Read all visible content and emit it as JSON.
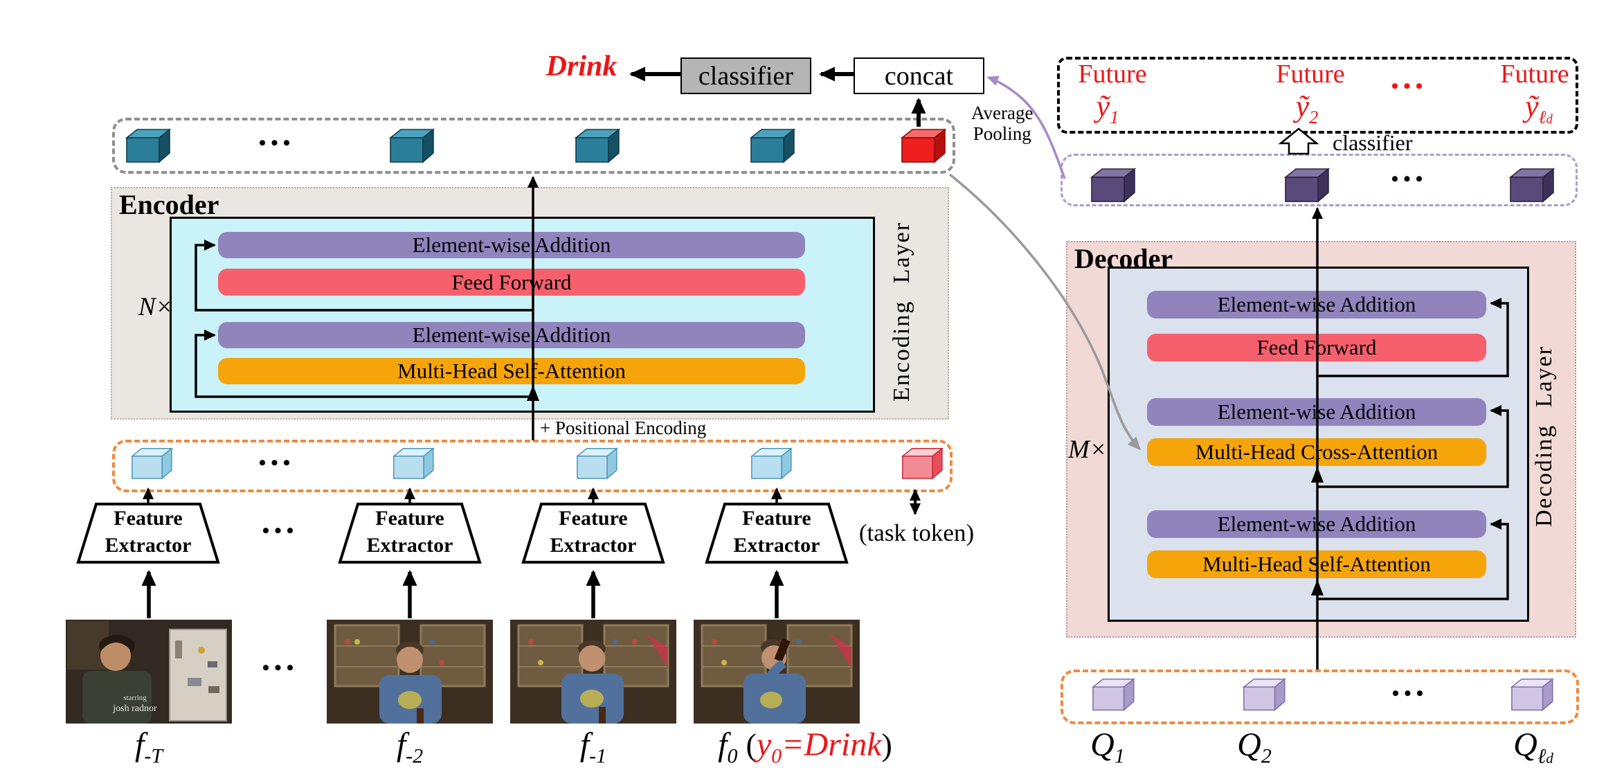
{
  "palette": {
    "accent_red": "#ee1515",
    "bar_purple": "#9184bd",
    "bar_red": "#f6606c",
    "bar_orange": "#f5a50a",
    "encoder_bg": "#eae6e1",
    "encoder_border": "#b9a99b",
    "encoder_inner_bg": "#c9f3f9",
    "decoder_bg": "#f1d9d5",
    "decoder_border": "#b0a0a0",
    "decoder_inner_bg": "#dbe1ed",
    "classifier_box_bg": "#b5b5b5",
    "row_gray": "#8f8f8f",
    "row_orange": "#ef8a3e",
    "row_purple": "#a99bcc",
    "curve_gray": "#9a9a9a",
    "curve_purple": "#a48bc8",
    "cubes": {
      "teal": {
        "front": "#2a7e99",
        "top": "#4ba2ba",
        "side": "#165062",
        "stroke": "#0f3d4d"
      },
      "red": {
        "front": "#ef1f1f",
        "top": "#f66a6a",
        "side": "#b80f0f",
        "stroke": "#8f0808"
      },
      "lightblue": {
        "front": "#b9def0",
        "top": "#dbf2fb",
        "side": "#8fc9e0",
        "stroke": "#4a94b6"
      },
      "pink": {
        "front": "#f28b94",
        "top": "#f9d0d4",
        "side": "#e84f5c",
        "stroke": "#c62535"
      },
      "purple": {
        "front": "#584a7a",
        "top": "#8275a5",
        "side": "#3e3159",
        "stroke": "#2c2342"
      },
      "lilac": {
        "front": "#d0c6e4",
        "top": "#eae4f5",
        "side": "#a89aca",
        "stroke": "#7d6fa6"
      }
    }
  },
  "misc": {
    "dots": "•••"
  },
  "output_flow": {
    "drink": "Drink",
    "classifier": "classifier",
    "concat": "concat",
    "avg_pool_line1": "Average",
    "avg_pool_line2": "Pooling"
  },
  "encoder": {
    "title": "Encoder",
    "repeat": "N×",
    "layer_label": "Encoding Layer",
    "bars": [
      "Element-wise Addition",
      "Feed Forward",
      "Element-wise Addition",
      "Multi-Head Self-Attention"
    ],
    "pos_encoding": "+ Positional Encoding"
  },
  "decoder": {
    "title": "Decoder",
    "repeat": "M×",
    "layer_label": "Decoding Layer",
    "bars": [
      "Element-wise Addition",
      "Feed Forward",
      "Element-wise Addition",
      "Multi-Head Cross-Attention",
      "Element-wise Addition",
      "Multi-Head Self-Attention"
    ]
  },
  "future": {
    "label": "Future",
    "classifier": "classifier",
    "syms": [
      {
        "base": "ỹ",
        "sub": "1",
        "subsub": ""
      },
      {
        "base": "ỹ",
        "sub": "2",
        "subsub": ""
      },
      {
        "base": "ỹ",
        "sub": "ℓ",
        "subsub": "d"
      }
    ]
  },
  "queries": [
    {
      "base": "Q",
      "sub": "1",
      "subsub": ""
    },
    {
      "base": "Q",
      "sub": "2",
      "subsub": ""
    },
    {
      "base": "Q",
      "sub": "ℓ",
      "subsub": "d"
    }
  ],
  "inputs": {
    "fe_line1": "Feature",
    "fe_line2": "Extractor",
    "task_token": "(task token)"
  },
  "frames": {
    "labels": [
      {
        "base": "f",
        "sub": "-T"
      },
      {
        "base": "f",
        "sub": "-2"
      },
      {
        "base": "f",
        "sub": "-1"
      },
      {
        "base": "f",
        "sub": "0"
      }
    ],
    "f0_open": "(",
    "f0_red_base": "y",
    "f0_red_sub": "0",
    "f0_red_rest": "=Drink",
    "f0_close": ")",
    "caption_line1": "starring",
    "caption_line2": "josh radnor"
  }
}
